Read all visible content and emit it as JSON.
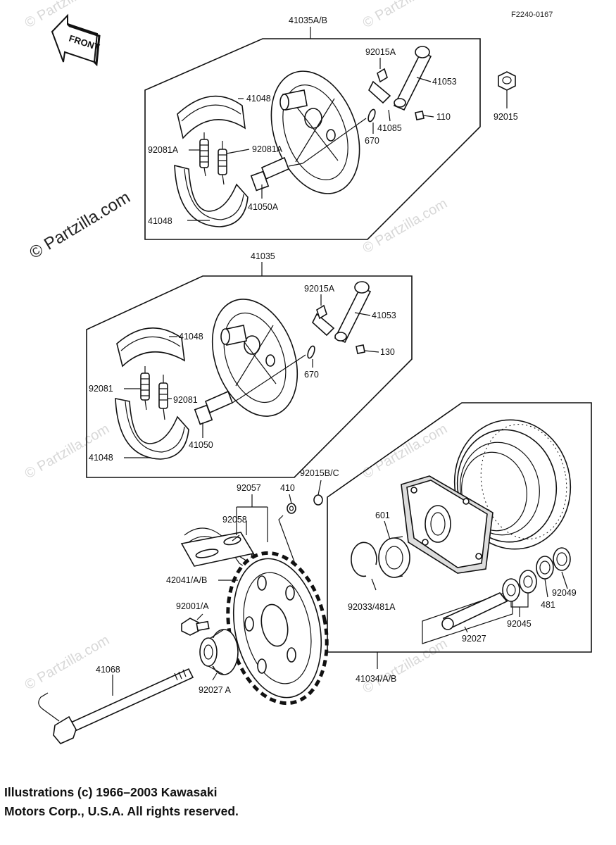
{
  "reference": "F2240-0167",
  "front_label": "FRONT",
  "watermark_main": "© Partzilla.com",
  "watermark_repeat": "© Partzilla.com",
  "copyright": {
    "line1": "Illustrations (c) 1966–2003 Kawasaki",
    "line2": "Motors Corp., U.S.A.  All rights reserved."
  },
  "assembly_a": {
    "title": "41035A/B",
    "labels": {
      "p92015A": "92015A",
      "p41053": "41053",
      "p41048_top": "41048",
      "p92081A_left": "92081A",
      "p92081A_right": "92081A",
      "p41085": "41085",
      "p110": "110",
      "p670": "670",
      "p41050A": "41050A",
      "p41048_bottom": "41048"
    }
  },
  "loose_nut": {
    "label": "92015"
  },
  "assembly_b": {
    "title": "41035",
    "labels": {
      "p92015A": "92015A",
      "p41053": "41053",
      "p41048_top": "41048",
      "p130": "130",
      "p670": "670",
      "p92081_left": "92081",
      "p92081_right": "92081",
      "p41050": "41050",
      "p41048_bottom": "41048"
    }
  },
  "drive": {
    "labels": {
      "p92057": "92057",
      "p410": "410",
      "p92015BC": "92015B/C",
      "p92058": "92058",
      "p42041": "42041/A/B",
      "p92001": "92001/A",
      "p41068": "41068",
      "p92027A": "92027 A"
    }
  },
  "hub": {
    "title": "41034/A/B",
    "labels": {
      "p601": "601",
      "p92033": "92033/481A",
      "p92049": "92049",
      "p481": "481",
      "p92045": "92045",
      "p92027": "92027"
    }
  }
}
